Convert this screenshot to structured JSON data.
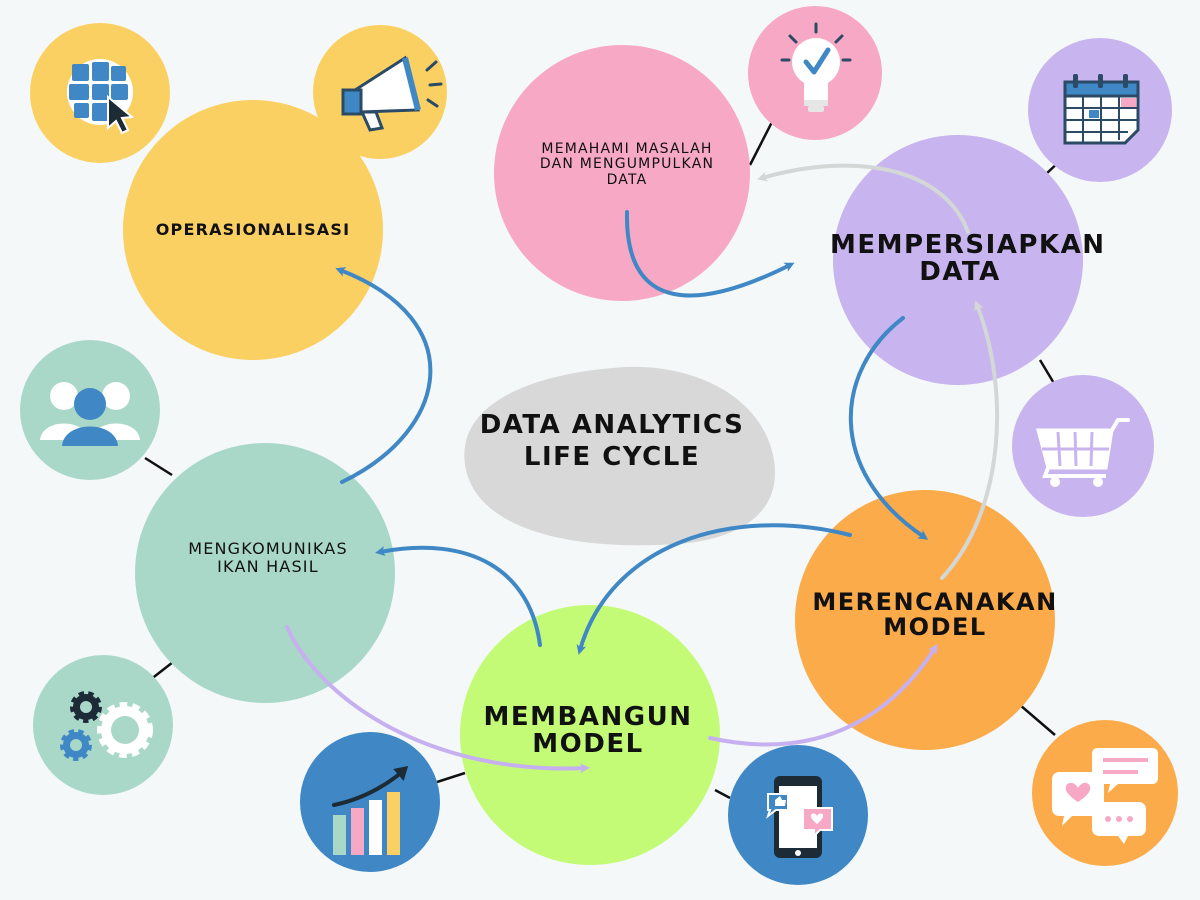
{
  "title": {
    "line1": "DATA ANALYTICS",
    "line2": "LIFE CYCLE"
  },
  "stages": {
    "memahami": {
      "line1": "MEMAHAMI MASALAH",
      "line2": "DAN MENGUMPULKAN",
      "line3": "DATA",
      "color": "#f7a8c4"
    },
    "mempersiapkan": {
      "line1": "MEMPERSIAPKAN",
      "line2": "DATA",
      "color": "#c8b4ef"
    },
    "merencanakan": {
      "line1": "MERENCANAKAN",
      "line2": "MODEL",
      "color": "#fcab4b"
    },
    "membangun": {
      "line1": "MEMBANGUN",
      "line2": "MODEL",
      "color": "#c3fb77"
    },
    "mengkomunikasikan": {
      "line1": "MENGKOMUNIKAS",
      "line2": "IKAN HASIL",
      "color": "#a9d8c9"
    },
    "operasionalisasi": {
      "line1": "OPERASIONALISASI",
      "color": "#fbd063"
    }
  },
  "icons": {
    "lightbulb": "lightbulb-check-icon",
    "calendar": "calendar-icon",
    "cart": "shopping-cart-icon",
    "chat": "chat-bubbles-icon",
    "phone": "smartphone-social-icon",
    "growth": "growth-chart-icon",
    "gears": "gears-icon",
    "people": "people-group-icon",
    "globe": "globe-cursor-icon",
    "megaphone": "megaphone-icon"
  },
  "colors": {
    "flow_blue": "#3f88c5",
    "flow_gray": "#d3d7d6",
    "flow_purple": "#c7b0ef",
    "title_blob": "#d8d8d8",
    "background": "#f4f8f9"
  }
}
